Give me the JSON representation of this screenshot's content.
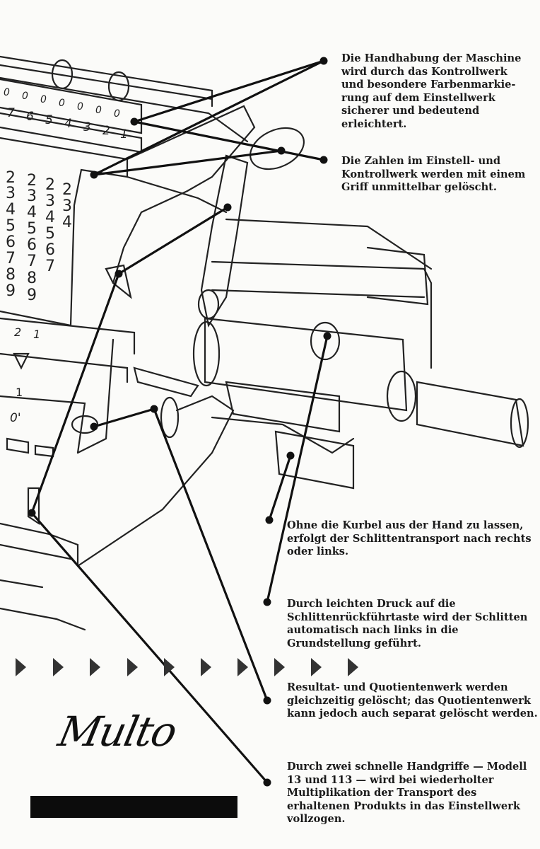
{
  "callouts": [
    "Die Handhabung der Maschine\nwird durch das Kontrollwerk\nund besondere Farbenmarkie-\nrung auf dem Einstellwerk\nsicherer und bedeutend\nerleichtert.",
    "Die Zahlen im Einstell- und\nKontrollwerk werden mit einem\nGriff unmittelbar gelöscht.",
    "Ohne die Kurbel aus der Hand zu lassen,\nerfolgt der Schlittentransport nach rechts\noder links.",
    "Durch leichten Druck auf die\nSchlittenrückführtaste wird der Schlitten\nautomatisch nach links in die\nGrundstellung geführt.",
    "Resultat- und Quotientenwerk werden\ngleichzeitig gelöscht; das Quotientenwerk\nkann jedoch auch separat gelöscht werden.",
    "Durch zwei schnelle Handgriffe — Modell\n13 und 113 — wird bei wiederholter\nMultiplikation der Transport des\nerhaltenen Produkts in das Einstellwerk\nvollzogen."
  ],
  "brand": {
    "logo": "Multo"
  },
  "machine_digits": {
    "counter_top": [
      "0",
      "0",
      "0",
      "0",
      "0",
      "0",
      "0"
    ],
    "counter_bottom": [
      "7",
      "6",
      "5",
      "4",
      "3",
      "2",
      "1"
    ],
    "wheel_cols": [
      [
        "2",
        "3",
        "4",
        "5",
        "6",
        "7",
        "8",
        "9"
      ],
      [
        "2",
        "3",
        "4",
        "5",
        "6",
        "7",
        "8",
        "9"
      ],
      [
        "2",
        "3",
        "4",
        "5",
        "6",
        "7"
      ],
      [
        "2",
        "3",
        "4"
      ]
    ],
    "lower_labels": [
      "2",
      "1"
    ],
    "misc": [
      "1",
      "0'"
    ]
  },
  "colors": {
    "ink": "#111111",
    "paper": "#fbfbf9"
  }
}
